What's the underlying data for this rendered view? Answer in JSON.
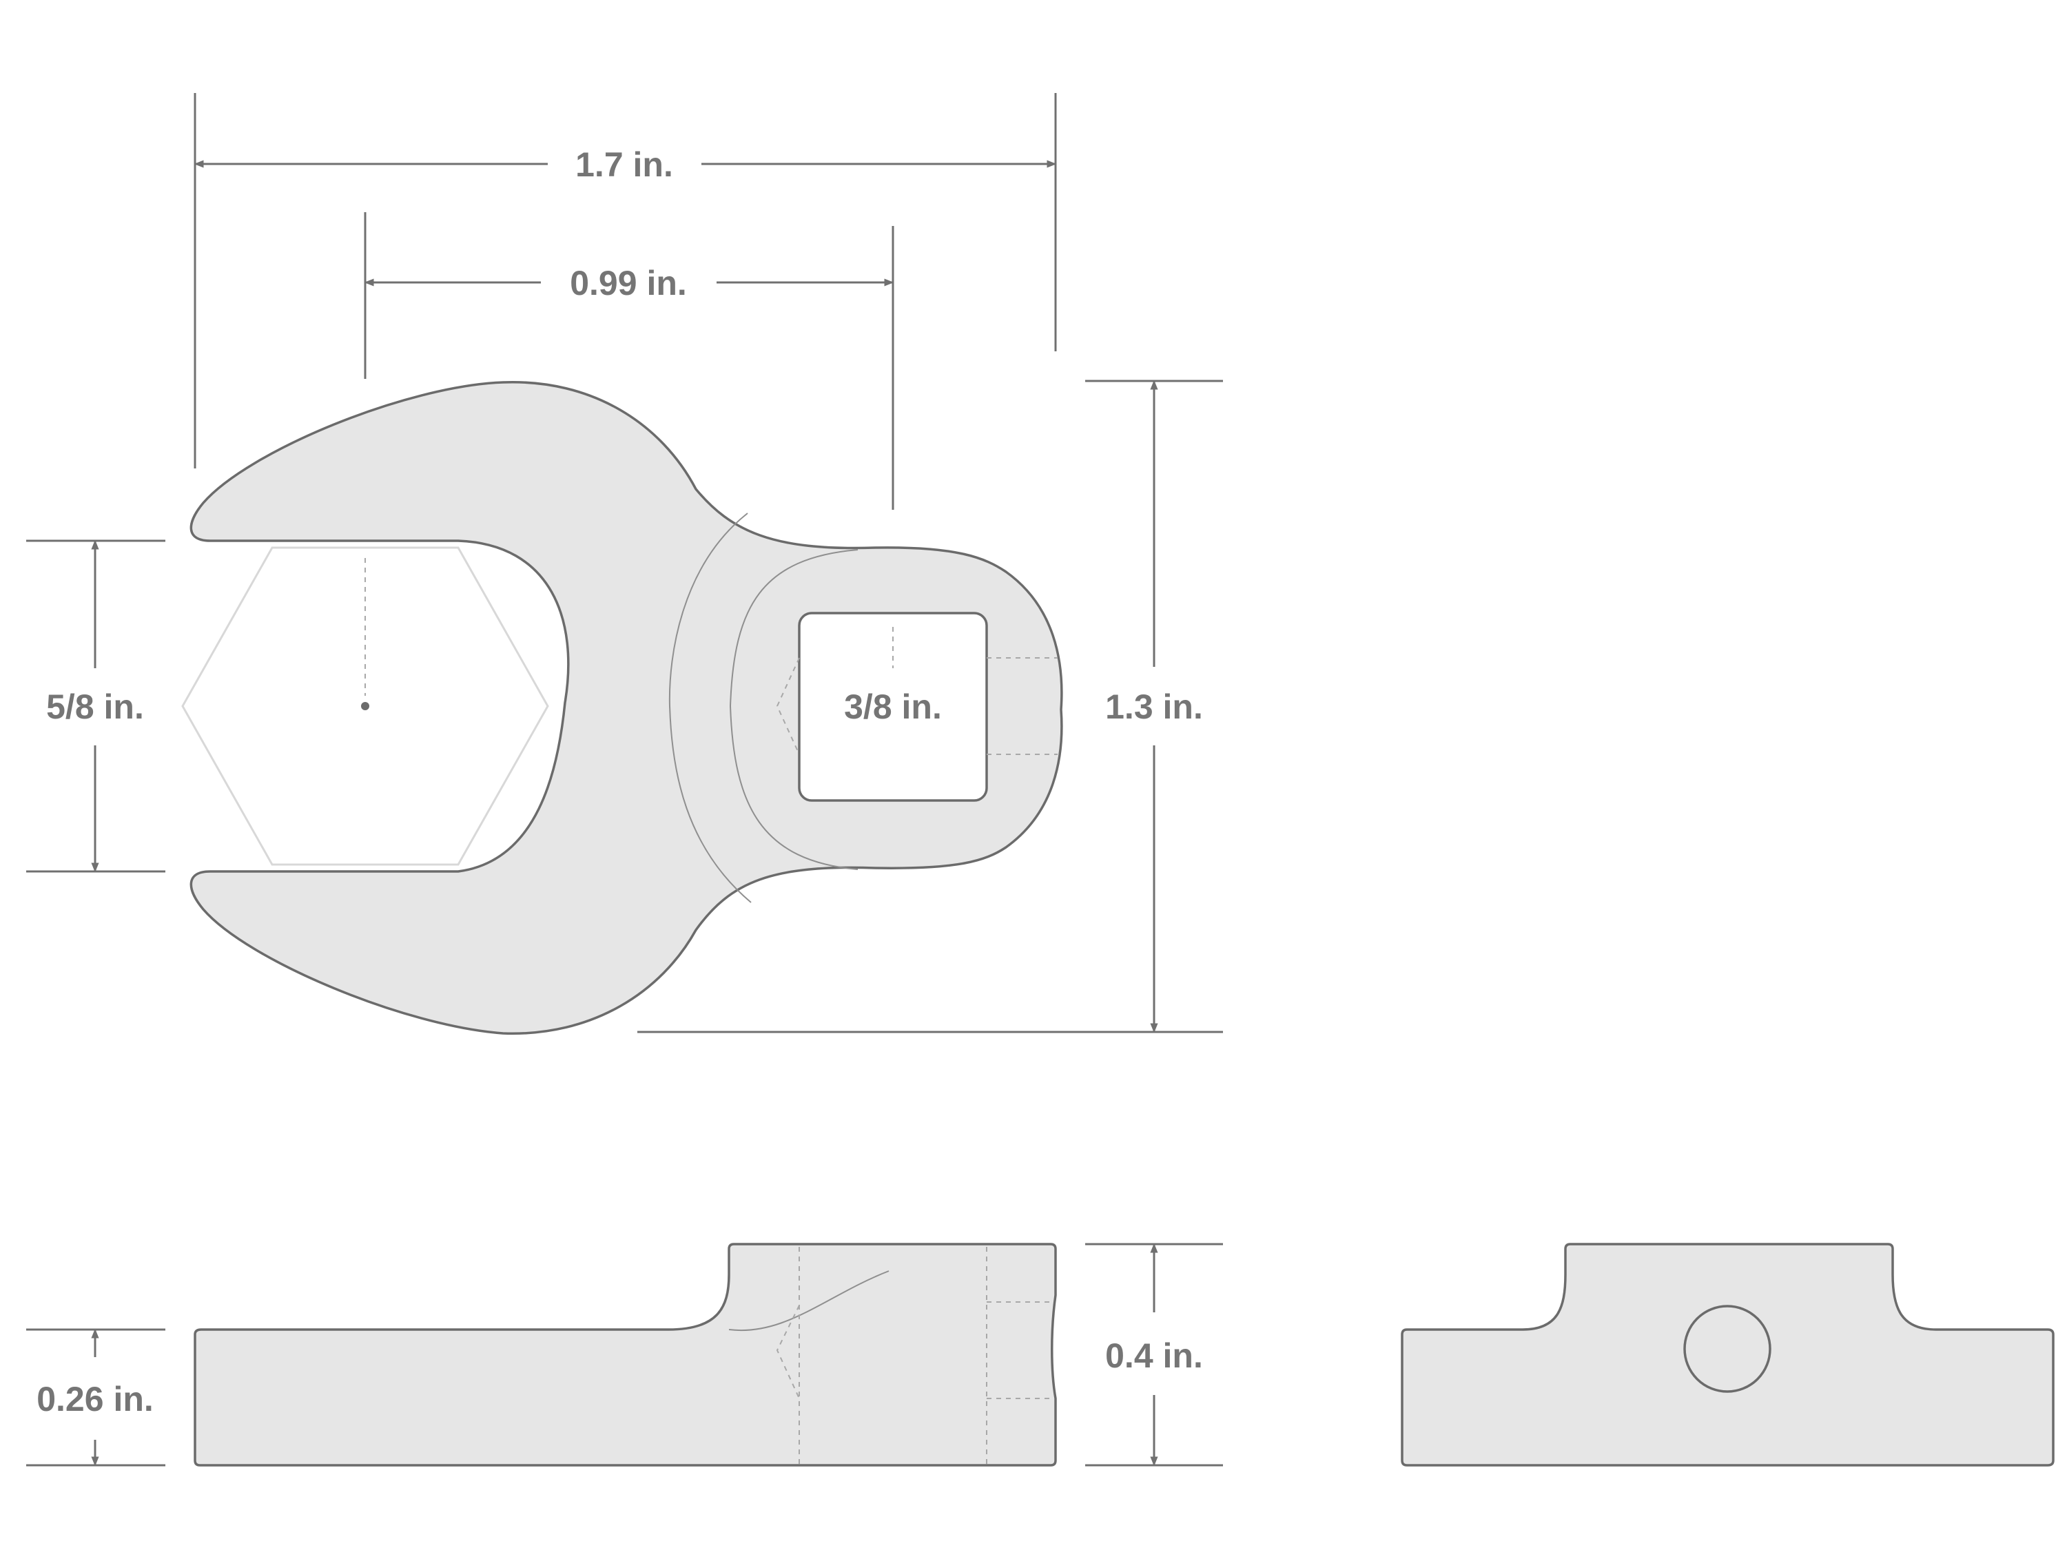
{
  "dimensions": {
    "overall_length": "1.7 in.",
    "center_distance": "0.99 in.",
    "opening": "5/8 in.",
    "drive": "3/8 in.",
    "overall_width": "1.3 in.",
    "jaw_thickness": "0.26 in.",
    "overall_height": "0.4 in."
  },
  "colors": {
    "part_fill": "#e6e6e6",
    "outline": "#6b6b6b",
    "dimension_line": "#707070",
    "label": "#757575"
  }
}
